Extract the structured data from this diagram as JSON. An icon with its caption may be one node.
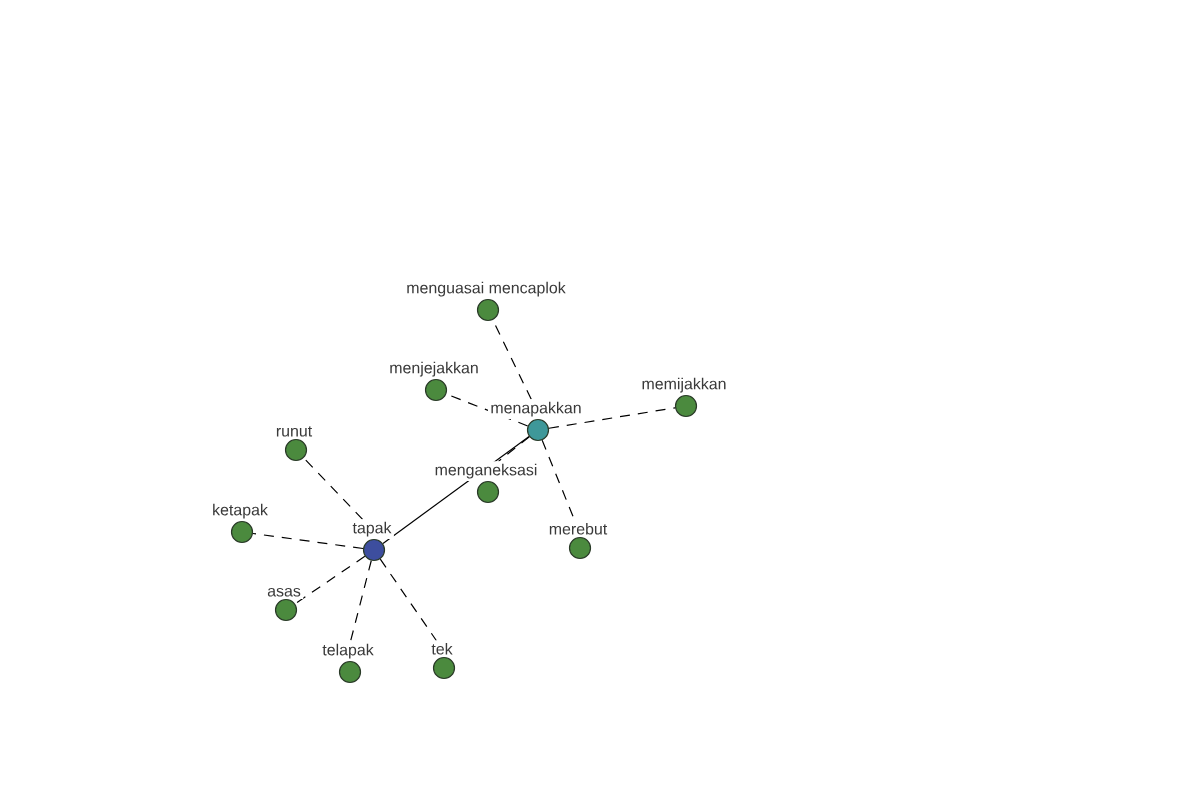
{
  "diagram": {
    "nodes": [
      {
        "text": [
          "menguasai mencaplok"
        ]
      },
      {
        "text": [
          "menjejakkan"
        ]
      },
      {
        "text": [
          "memijakkan"
        ]
      },
      {
        "text": [
          "menapakkan"
        ]
      },
      {
        "text": [
          "runut"
        ]
      },
      {
        "text": [
          "menganeksasi"
        ]
      },
      {
        "text": [
          "ketapak"
        ]
      },
      {
        "text": [
          "merebut"
        ]
      },
      {
        "text": [
          "tapak"
        ]
      },
      {
        "text": [
          "asas"
        ]
      },
      {
        "text": [
          "tek"
        ]
      },
      {
        "text": [
          "telapak"
        ]
      }
    ],
    "edges": [
      {
        "from": 8,
        "to": 3,
        "arrow": "none"
      },
      {
        "from": 3,
        "to": 0,
        "arrow": "none",
        "style": "dashed"
      },
      {
        "from": 3,
        "to": 1,
        "arrow": "none",
        "style": "dashed"
      },
      {
        "from": 3,
        "to": 2,
        "arrow": "none",
        "style": "dashed"
      },
      {
        "from": 3,
        "to": 5,
        "arrow": "none",
        "style": "dashed"
      },
      {
        "from": 3,
        "to": 7,
        "arrow": "none",
        "style": "dashed"
      },
      {
        "from": 8,
        "to": 4,
        "arrow": "none",
        "style": "dashed"
      },
      {
        "from": 8,
        "to": 6,
        "arrow": "none",
        "style": "dashed"
      },
      {
        "from": 8,
        "to": 9,
        "arrow": "none",
        "style": "dashed"
      },
      {
        "from": 8,
        "to": 11,
        "arrow": "none",
        "style": "dashed"
      },
      {
        "from": 8,
        "to": 10,
        "arrow": "none",
        "style": "dashed"
      }
    ]
  }
}
